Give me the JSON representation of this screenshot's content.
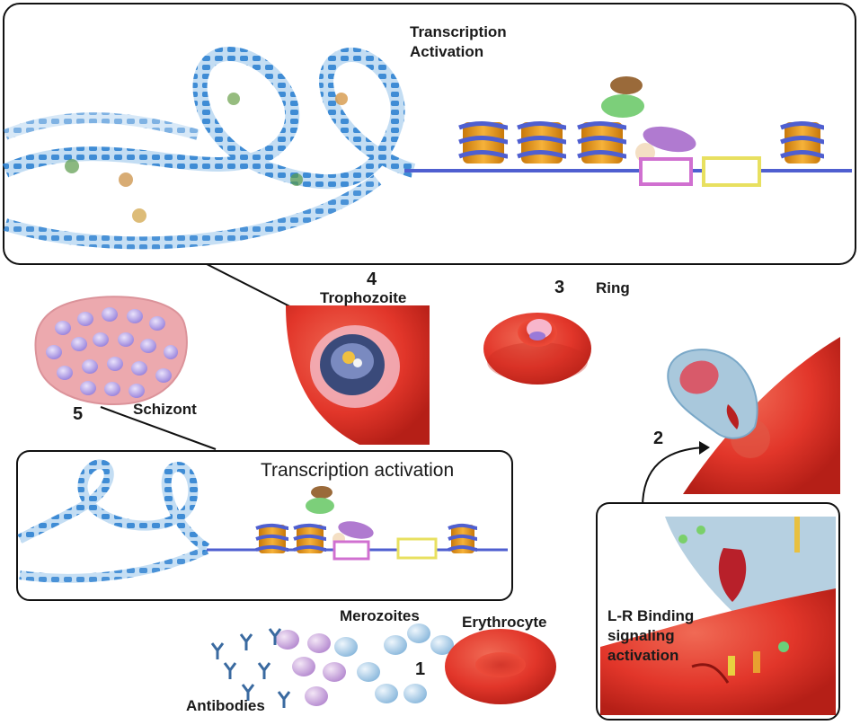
{
  "labels": {
    "top_panel_title_line1": "Transcription",
    "top_panel_title_line2": "Activation",
    "stage4_number": "4",
    "stage4_name": "Trophozoite",
    "stage3_number": "3",
    "stage3_name": "Ring",
    "stage5_number": "5",
    "stage5_name": "Schizont",
    "stage2_number": "2",
    "stage1_number": "1",
    "lower_panel_title": "Transcription activation",
    "binding_line1": "L-R Binding",
    "binding_line2": "signaling",
    "binding_line3": "activation",
    "merozoites": "Merozoites",
    "erythrocyte": "Erythrocyte",
    "antibodies": "Antibodies"
  },
  "colors": {
    "erythrocyte_red": "#e2362a",
    "dna_blue": "#2a7fd0",
    "histone_orange": "#f0a020",
    "promoter_pink": "#d070d0",
    "enhancer_yellow": "#e8e060",
    "factor_brown": "#9a6a3a",
    "factor_green": "#7ccf7a",
    "factor_violet": "#b07ad0",
    "nucleus_purple": "#b9a6e8"
  }
}
